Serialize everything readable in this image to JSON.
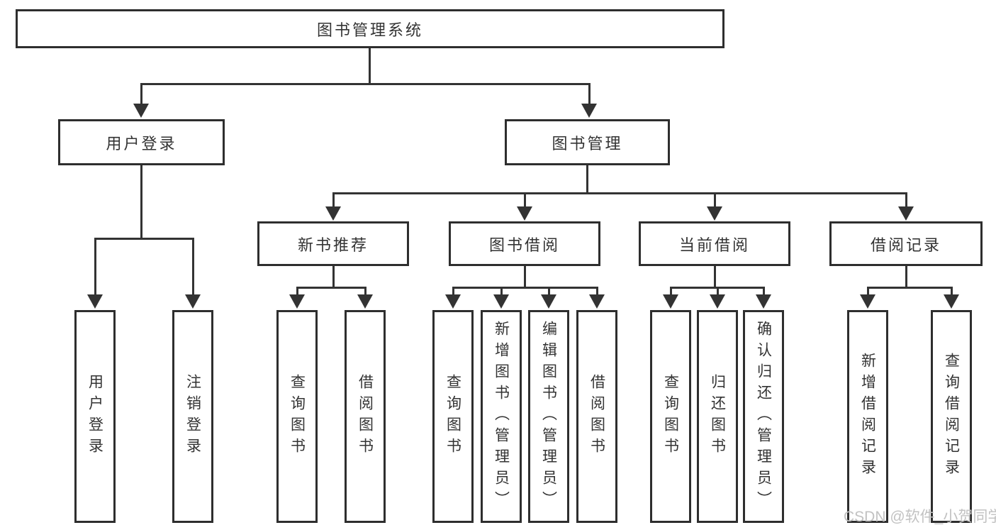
{
  "diagram": {
    "root": {
      "label": "图书管理系统"
    },
    "branches": [
      {
        "label": "用户登录",
        "children": [
          {
            "label": "用户登录"
          },
          {
            "label": "注销登录"
          }
        ]
      },
      {
        "label": "图书管理",
        "children": [
          {
            "label": "新书推荐",
            "children": [
              {
                "label": "查询图书"
              },
              {
                "label": "借阅图书"
              }
            ]
          },
          {
            "label": "图书借阅",
            "children": [
              {
                "label": "查询图书"
              },
              {
                "label": "新增图书（管理员）"
              },
              {
                "label": "编辑图书（管理员）"
              },
              {
                "label": "借阅图书"
              }
            ]
          },
          {
            "label": "当前借阅",
            "children": [
              {
                "label": "查询图书"
              },
              {
                "label": "归还图书"
              },
              {
                "label": "确认归还（管理员）"
              }
            ]
          },
          {
            "label": "借阅记录",
            "children": [
              {
                "label": "新增借阅记录"
              },
              {
                "label": "查询借阅记录"
              }
            ]
          }
        ]
      }
    ],
    "watermark": "CSDN @软件_小贺同学"
  },
  "colors": {
    "line": "#333333",
    "box_border": "#2e2e2e",
    "text": "#333333",
    "watermark": "#c2c2c2",
    "background": "#ffffff"
  }
}
